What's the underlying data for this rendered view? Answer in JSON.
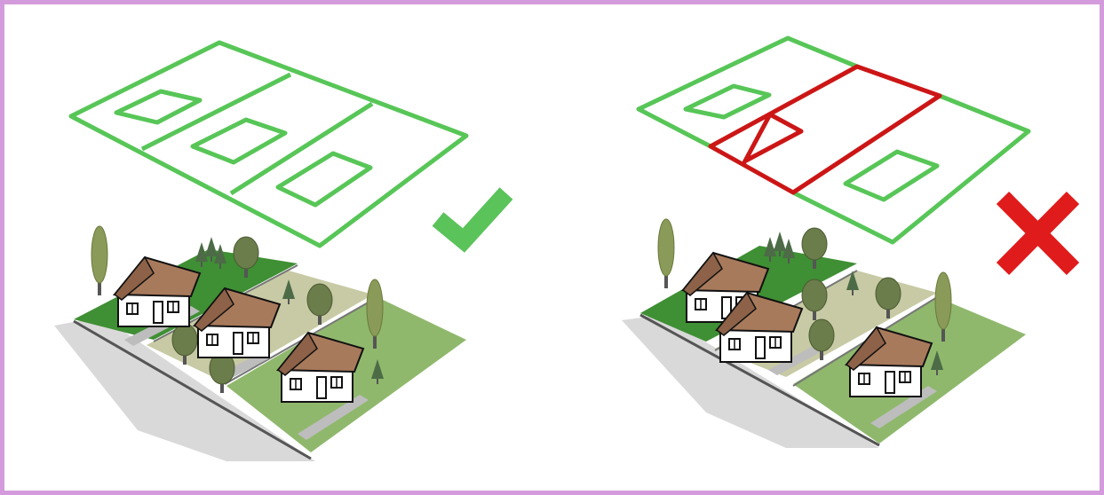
{
  "panels": [
    {
      "id": "left",
      "verdict": "correct",
      "verdict_icon": "checkmark-icon",
      "plot_status": "all-valid"
    },
    {
      "id": "right",
      "verdict": "incorrect",
      "verdict_icon": "cross-icon",
      "plot_status": "invalid-subdivision"
    }
  ],
  "colors": {
    "frame": "#d49bdc",
    "plot_outline_valid": "#57c657",
    "plot_outline_invalid": "#cc1616",
    "check": "#5ac35a",
    "cross": "#e01b1b",
    "lawn_dark": "#3f8f34",
    "lawn_light": "#8fb86c",
    "gravel": "#c7caa4",
    "roof": "#a87a5c",
    "wall": "#ffffff",
    "shadow": "#d9d9d9"
  }
}
